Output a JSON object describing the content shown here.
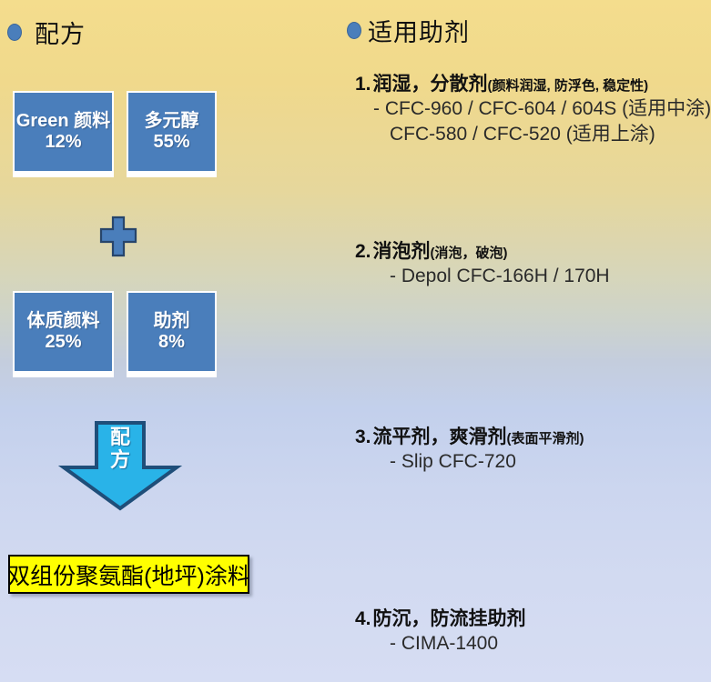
{
  "left_panel": {
    "bullet_icon": "bullet-ellipse",
    "heading": "配方",
    "composition": [
      {
        "name": "Green 颜料",
        "percent": "12%"
      },
      {
        "name": "多元醇",
        "percent": "55%"
      },
      {
        "name": "体质颜料",
        "percent": "25%"
      },
      {
        "name": "助剂",
        "percent": "8%"
      }
    ],
    "plus_icon": "plus-icon",
    "arrow_icon": "down-arrow-icon",
    "arrow_label_line1": "配",
    "arrow_label_line2": "方",
    "product": "双组份聚氨酯(地坪)涂料"
  },
  "right_panel": {
    "bullet_icon": "bullet-ellipse",
    "heading": "适用助剂",
    "items": [
      {
        "number": "1.",
        "title": "润湿，分散剂",
        "note": "(颜料润湿, 防浮色, 稳定性)",
        "lines": [
          "- CFC-960 / CFC-604 / 604S (适用中涂)",
          "CFC-580 / CFC-520 (适用上涂)"
        ]
      },
      {
        "number": "2.",
        "title": "消泡剂",
        "note": "(消泡，破泡)",
        "lines": [
          "- Depol CFC-166H / 170H"
        ]
      },
      {
        "number": "3.",
        "title": "流平剂，爽滑剂",
        "note": "(表面平滑剂)",
        "lines": [
          "- Slip CFC-720"
        ]
      },
      {
        "number": "4.",
        "title": "防沉，防流挂助剂",
        "note": "",
        "lines": [
          "- CIMA-1400"
        ]
      }
    ]
  },
  "colors": {
    "box_blue": "#4a7ebb",
    "arrow_cyan": "#29b3e8",
    "arrow_border": "#1f4e79",
    "product_yellow": "#ffff00",
    "bg_top": "#f4dd8d",
    "bg_bottom": "#d6ddf3"
  }
}
